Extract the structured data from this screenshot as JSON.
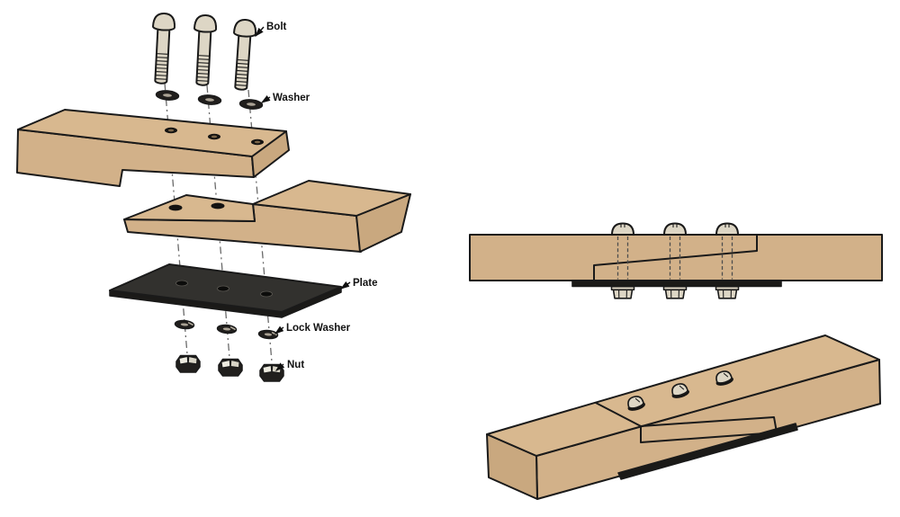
{
  "parts": {
    "bolt": {
      "label": "Bolt",
      "count": 3
    },
    "washer": {
      "label": "Washer",
      "count": 3
    },
    "plate": {
      "label": "Plate",
      "count": 1
    },
    "lock_washer": {
      "label": "Lock Washer",
      "count": 3
    },
    "nut": {
      "label": "Nut",
      "count": 3
    },
    "boards": {
      "count": 2
    }
  },
  "colors": {
    "background": "#ffffff",
    "wood_top": "#d8b88f",
    "wood_front": "#d2b189",
    "wood_end": "#c9a87f",
    "outline": "#1a1a1a",
    "plate_top": "#32312e",
    "plate_side": "#1b1a18",
    "metal_light": "#ddd6c5",
    "hardware_dark": "#211f1d",
    "dash": "#6a6a6a",
    "label_text": "#111111"
  }
}
